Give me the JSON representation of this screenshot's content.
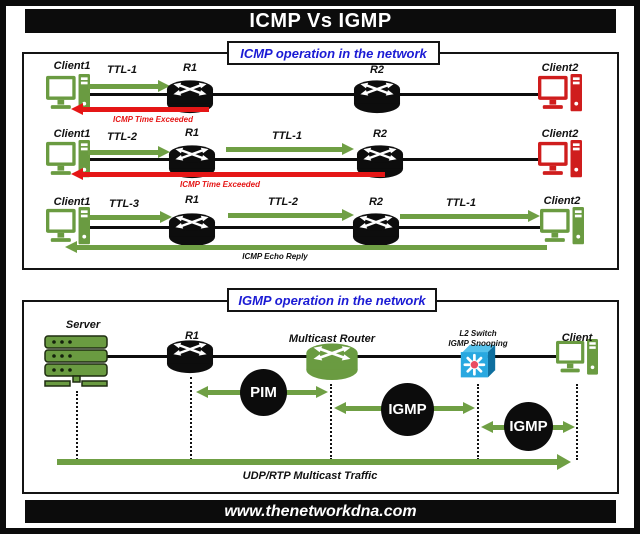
{
  "title": "ICMP Vs IGMP",
  "footer": "www.thenetworkdna.com",
  "colors": {
    "green": "#6a9b41",
    "arrow_green": "#6f9f44",
    "red": "#e51616",
    "client_red": "#cf1d1d",
    "heading_blue": "#1b1bd4",
    "switch_front": "#29a8e0",
    "switch_side": "#0e6f9f",
    "switch_top": "#56c2ec",
    "switch_center": "#ea4b60",
    "black": "#0d0d0d"
  },
  "icmp": {
    "heading": "ICMP operation in the network",
    "rows": [
      {
        "client1": "Client1",
        "r1": "R1",
        "r2": "R2",
        "client2": "Client2",
        "ttl_a": "TTL-1",
        "return_label": "ICMP Time Exceeded"
      },
      {
        "client1": "Client1",
        "r1": "R1",
        "r2": "R2",
        "client2": "Client2",
        "ttl_a": "TTL-2",
        "ttl_b": "TTL-1",
        "return_label": "ICMP Time Exceeded"
      },
      {
        "client1": "Client1",
        "r1": "R1",
        "r2": "R2",
        "client2": "Client2",
        "ttl_a": "TTL-3",
        "ttl_b": "TTL-2",
        "ttl_c": "TTL-1",
        "return_label": "ICMP Echo Reply"
      }
    ]
  },
  "igmp": {
    "heading": "IGMP operation in the network",
    "server": "Server",
    "r1": "R1",
    "multicast_router": "Multicast Router",
    "l2_switch_line1": "L2 Switch",
    "l2_switch_line2": "IGMP Snooping",
    "client": "Client",
    "pim": "PIM",
    "igmp1": "IGMP",
    "igmp2": "IGMP",
    "traffic": "UDP/RTP Multicast Traffic"
  }
}
